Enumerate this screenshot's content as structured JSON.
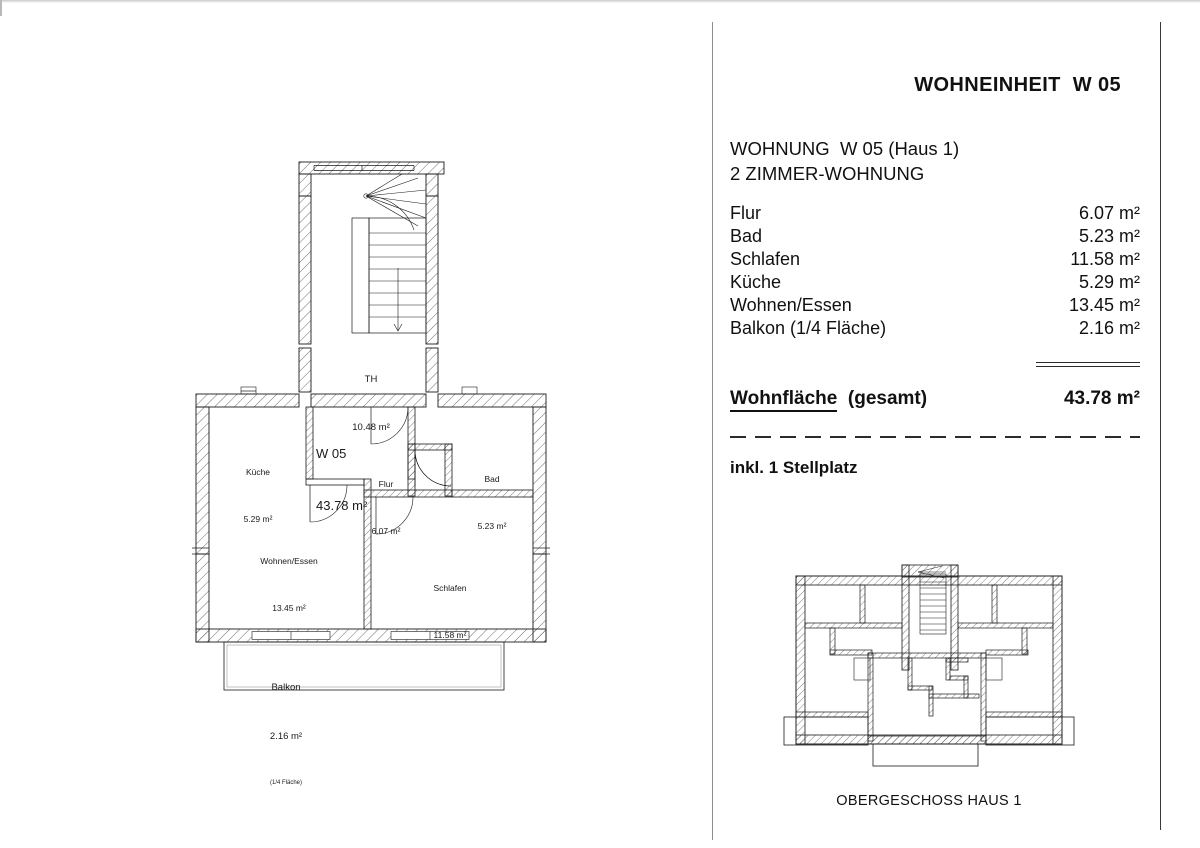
{
  "document": {
    "type": "floor-plan-data-sheet",
    "language": "de"
  },
  "panel": {
    "title": "WOHNEINHEIT  W 05",
    "subtitle_line1": "WOHNUNG  W 05 (Haus 1)",
    "subtitle_line2": "2 ZIMMER-WOHNUNG",
    "rooms": [
      {
        "name": "Flur",
        "area": "6.07 m²"
      },
      {
        "name": "Bad",
        "area": "5.23 m²"
      },
      {
        "name": "Schlafen",
        "area": "11.58 m²"
      },
      {
        "name": "Küche",
        "area": "5.29 m²"
      },
      {
        "name": "Wohnen/Essen",
        "area": "13.45 m²"
      },
      {
        "name": "Balkon (1/4 Fläche)",
        "area": "2.16 m²"
      }
    ],
    "total_label_main": "Wohnfläche",
    "total_label_suffix": "  (gesamt)",
    "total_value": "43.78 m²",
    "parking_note": "inkl. 1 Stellplatz",
    "keyplan_caption": "OBERGESCHOSS HAUS 1"
  },
  "floorplan": {
    "unit_code": "W 05",
    "unit_area": "43.78 m²",
    "stair_name": "TH",
    "stair_area": "10.48 m²",
    "rooms": [
      {
        "name": "Küche",
        "area": "5.29 m²"
      },
      {
        "name": "Bad",
        "area": "5.23 m²"
      },
      {
        "name": "Flur",
        "area": "6.07 m²"
      },
      {
        "name": "Wohnen/Essen",
        "area": "13.45 m²"
      },
      {
        "name": "Schlafen",
        "area": "11.58 m²"
      }
    ],
    "balcony": {
      "name": "Balkon",
      "area": "2.16 m²",
      "note": "(1/4 Fläche)"
    }
  },
  "colors": {
    "ink": "#111111",
    "wall_line": "#1a1a1a",
    "hatch": "#555555",
    "rule": "#8d8d8d",
    "paper": "#ffffff"
  }
}
